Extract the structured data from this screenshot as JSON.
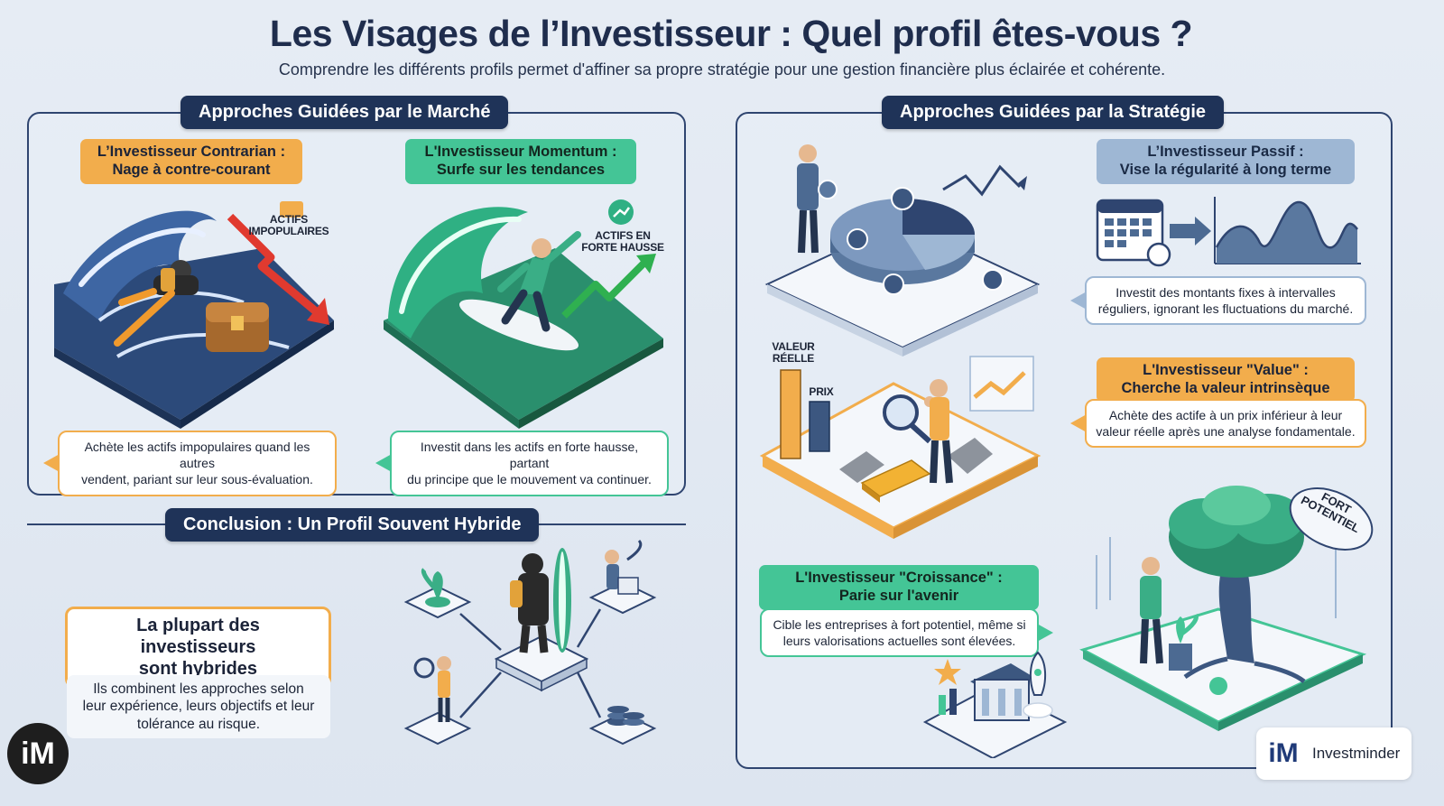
{
  "header": {
    "title": "Les Visages de l’Investisseur : Quel profil êtes-vous ?",
    "subtitle": "Comprendre les différents profils permet d'affiner sa propre stratégie pour une gestion financière plus éclairée et cohérente."
  },
  "market": {
    "tab": "Approches Guidées par le Marché",
    "contrarian": {
      "tag_line1": "L’Investisseur Contrarian :",
      "tag_line2": "Nage à contre-courant",
      "label_line1": "ACTIFS",
      "label_line2": "IMPOPULAIRES",
      "desc_line1": "Achète les actifs impopulaires quand les autres",
      "desc_line2": "vendent, pariant sur leur sous-évaluation."
    },
    "momentum": {
      "tag_line1": "L'Investisseur Momentum :",
      "tag_line2": "Surfe sur les tendances",
      "label_line1": "ACTIFS EN",
      "label_line2": "FORTE HAUSSE",
      "desc_line1": "Investit dans les actifs en forte hausse, partant",
      "desc_line2": "du principe que le mouvement va continuer."
    }
  },
  "conclusion": {
    "tab": "Conclusion : Un Profil Souvent Hybride",
    "box_line1": "La plupart des investisseurs",
    "box_line2": "sont hybrides",
    "desc_line1": "Ils combinent les approches selon",
    "desc_line2": "leur expérience, leurs objectifs et leur",
    "desc_line3": "tolérance au risque."
  },
  "strategy": {
    "tab": "Approches Guidées par la Stratégie",
    "passif": {
      "tag_line1": "L’Investisseur Passif :",
      "tag_line2": "Vise la régularité à long terme",
      "desc_line1": "Investit des montants fixes à intervalles",
      "desc_line2": "réguliers, ignorant les fluctuations du marché."
    },
    "value": {
      "tag_line1": "L'Investisseur \"Value\" :",
      "tag_line2": "Cherche la valeur intrinsèque",
      "label_real_line1": "VALEUR",
      "label_real_line2": "RÉELLE",
      "label_price": "PRIX",
      "desc_line1": "Achète des actife à un prix inférieur à leur",
      "desc_line2": "valeur réelle après une analyse fondamentale."
    },
    "croissance": {
      "tag_line1": "L'Investisseur \"Croissance\" :",
      "tag_line2": "Parie sur l'avenir",
      "cloud_line1": "FORT",
      "cloud_line2": "POTENTIEL",
      "desc_line1": "Cible les entreprises à fort potentiel, même si",
      "desc_line2": "leurs valorisations actuelles sont élevées."
    }
  },
  "branding": {
    "logo": "iM",
    "brand_name": "Investminder"
  },
  "colors": {
    "navy": "#1f3358",
    "orange": "#f2ad4c",
    "green": "#44c596",
    "blue": "#9eb7d4"
  }
}
